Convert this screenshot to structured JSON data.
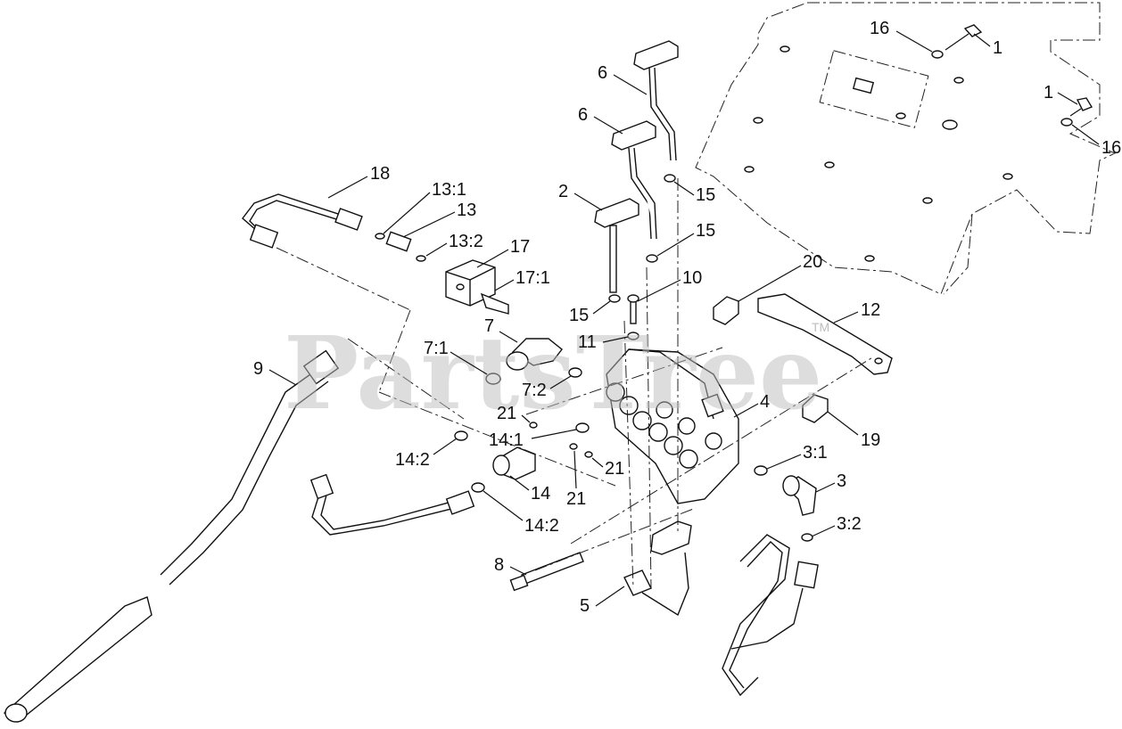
{
  "watermark": {
    "text": "PartsTree",
    "trademark": "TM"
  },
  "colors": {
    "line": "#111111",
    "watermark": "#bdbdbd",
    "background": "#ffffff"
  },
  "callouts": [
    {
      "id": "c16a",
      "label": "16"
    },
    {
      "id": "c1a",
      "label": "1"
    },
    {
      "id": "c1b",
      "label": "1"
    },
    {
      "id": "c16b",
      "label": "16"
    },
    {
      "id": "c6a",
      "label": "6"
    },
    {
      "id": "c6b",
      "label": "6"
    },
    {
      "id": "c15a",
      "label": "15"
    },
    {
      "id": "c2",
      "label": "2"
    },
    {
      "id": "c15b",
      "label": "15"
    },
    {
      "id": "c18",
      "label": "18"
    },
    {
      "id": "c13_1",
      "label": "13:1"
    },
    {
      "id": "c13",
      "label": "13"
    },
    {
      "id": "c13_2",
      "label": "13:2"
    },
    {
      "id": "c17",
      "label": "17"
    },
    {
      "id": "c17_1",
      "label": "17:1"
    },
    {
      "id": "c10",
      "label": "10"
    },
    {
      "id": "c20",
      "label": "20"
    },
    {
      "id": "c12",
      "label": "12"
    },
    {
      "id": "c15c",
      "label": "15"
    },
    {
      "id": "c11",
      "label": "11"
    },
    {
      "id": "c7",
      "label": "7"
    },
    {
      "id": "c7_1",
      "label": "7:1"
    },
    {
      "id": "c7_2",
      "label": "7:2"
    },
    {
      "id": "c9",
      "label": "9"
    },
    {
      "id": "c4",
      "label": "4"
    },
    {
      "id": "c21a",
      "label": "21"
    },
    {
      "id": "c14_1",
      "label": "14:1"
    },
    {
      "id": "c19",
      "label": "19"
    },
    {
      "id": "c14_2a",
      "label": "14:2"
    },
    {
      "id": "c21b",
      "label": "21"
    },
    {
      "id": "c3_1",
      "label": "3:1"
    },
    {
      "id": "c14",
      "label": "14"
    },
    {
      "id": "c21c",
      "label": "21"
    },
    {
      "id": "c3",
      "label": "3"
    },
    {
      "id": "c14_2b",
      "label": "14:2"
    },
    {
      "id": "c3_2",
      "label": "3:2"
    },
    {
      "id": "c8",
      "label": "8"
    },
    {
      "id": "c5",
      "label": "5"
    }
  ]
}
